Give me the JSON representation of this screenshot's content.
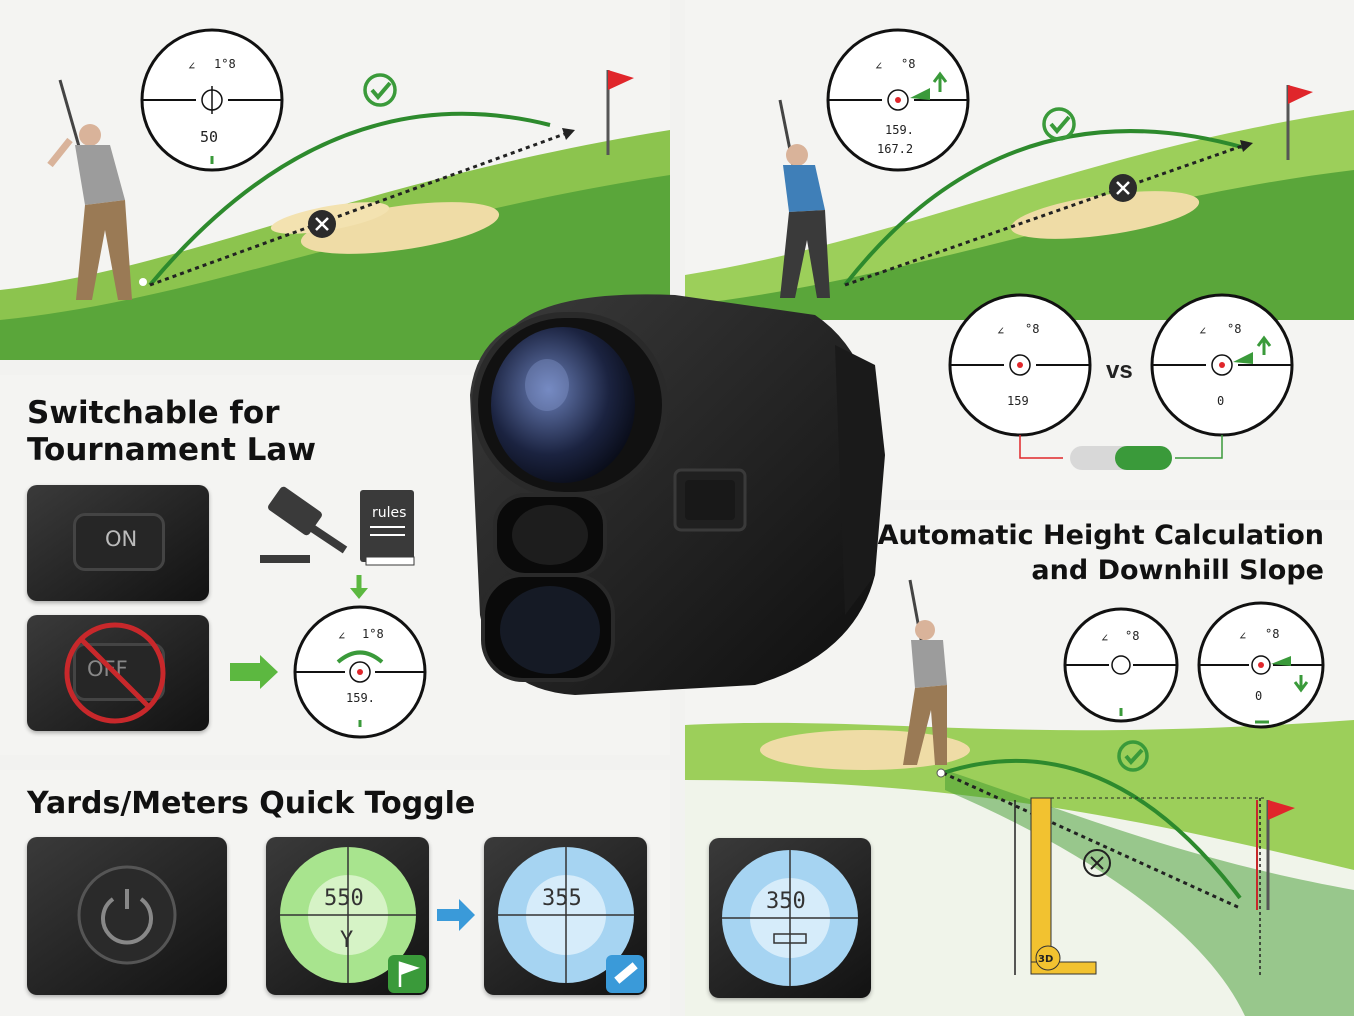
{
  "headings": {
    "tournament_line1": "Switchable for",
    "tournament_line2": "Tournament Law",
    "height_line1": "Automatic Height Calculation",
    "height_line2": "and Downhill Slope",
    "toggle": "Yards/Meters  Quick Toggle"
  },
  "labels": {
    "on_switch": "ON",
    "off_switch": "OFF",
    "rules_book": "rules",
    "vs": "vs",
    "badge_3d": "3D"
  },
  "reticles": {
    "top_left": {
      "angle": "1°8",
      "value": "50"
    },
    "top_right": {
      "angle": "°8",
      "value": "159.",
      "value2": "167.2"
    },
    "compare_left": {
      "angle": "°8",
      "value": "159"
    },
    "compare_right": {
      "angle": "°8",
      "value": "0"
    },
    "tournament": {
      "angle": "1°8",
      "value": "159."
    },
    "height_left": {
      "angle": "°8"
    },
    "height_right": {
      "angle": "°8",
      "value": "0"
    }
  },
  "displays": {
    "yards": "550",
    "yards_unit": "Y",
    "meters": "355",
    "bottom_right": "350"
  },
  "colors": {
    "grass_light": "#9ccf5a",
    "grass_dark": "#3f9a2e",
    "sand": "#efdca6",
    "flag": "#e0262b",
    "check": "#3a9a3a",
    "arrow_blue": "#3a9ad9"
  }
}
